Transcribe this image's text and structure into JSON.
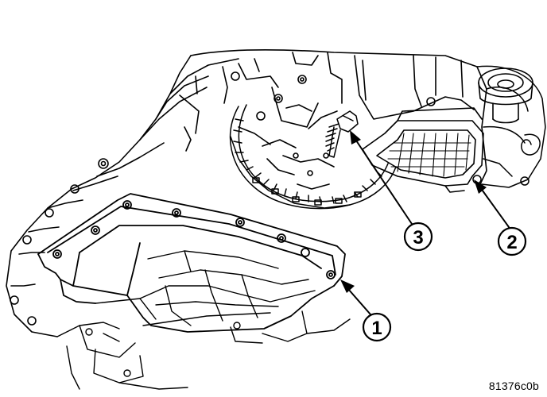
{
  "diagram": {
    "figure_id": "81376c0b",
    "callouts": [
      {
        "key": "pan",
        "label": "1"
      },
      {
        "key": "filter",
        "label": "2"
      },
      {
        "key": "bolt",
        "label": "3"
      }
    ],
    "colors": {
      "line": "#000000",
      "background": "#ffffff"
    }
  }
}
